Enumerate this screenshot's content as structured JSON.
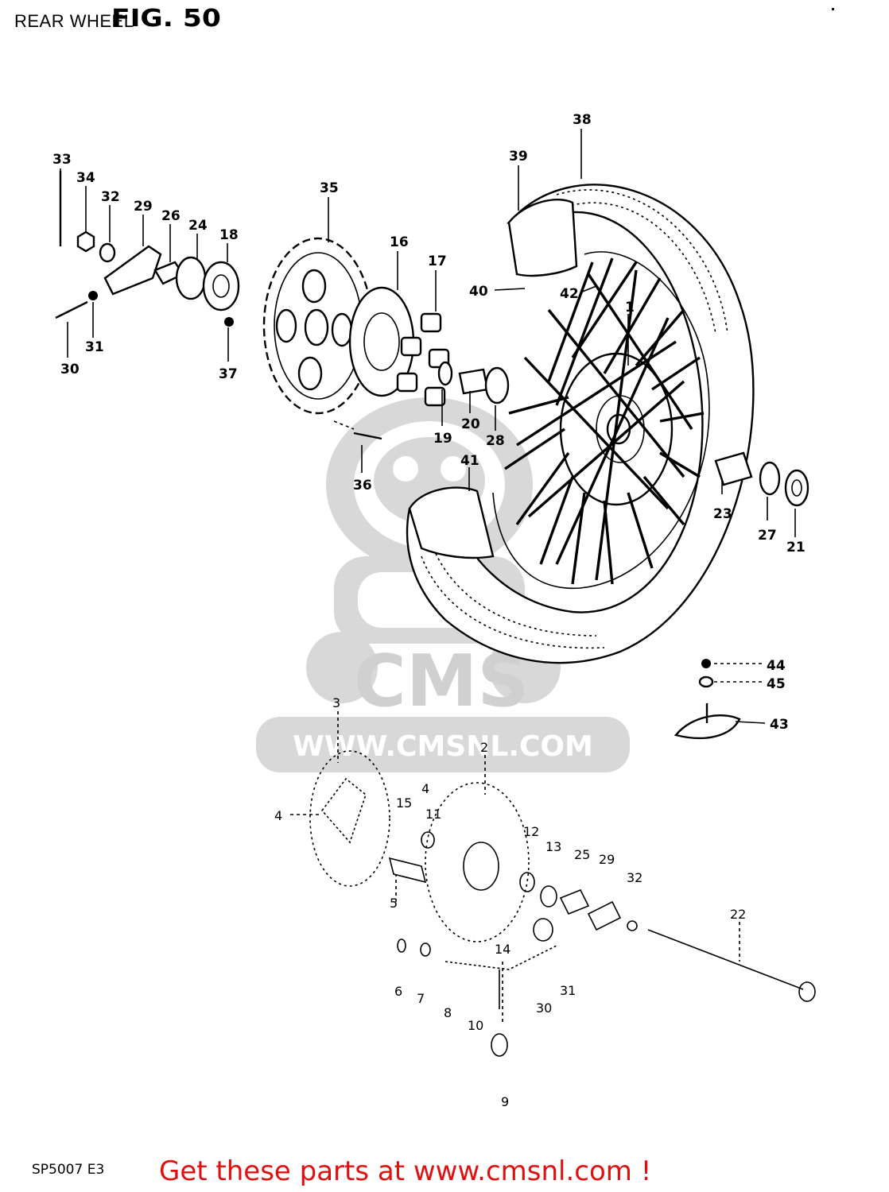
{
  "header": {
    "title": "REAR WHEEL",
    "figure_label": "FIG. 50"
  },
  "watermark": {
    "brand": "CMS",
    "url": "WWW.CMSNL.COM"
  },
  "callouts": [
    "33",
    "34",
    "32",
    "29",
    "26",
    "24",
    "18",
    "30",
    "31",
    "37",
    "35",
    "36",
    "16",
    "17",
    "19",
    "20",
    "28",
    "39",
    "38",
    "40",
    "42",
    "1",
    "41",
    "23",
    "27",
    "21",
    "44",
    "45",
    "43",
    "3",
    "2",
    "4",
    "15",
    "4",
    "11",
    "5",
    "12",
    "13",
    "25",
    "29",
    "32",
    "22",
    "6",
    "7",
    "8",
    "10",
    "9",
    "14",
    "30",
    "31"
  ],
  "footer": {
    "drawing_code": "SP5007 E3",
    "promo": "Get these parts at www.cmsnl.com !"
  },
  "colors": {
    "promo_text": "#e01010",
    "watermark": "#d0d0d0",
    "ink": "#000000"
  }
}
